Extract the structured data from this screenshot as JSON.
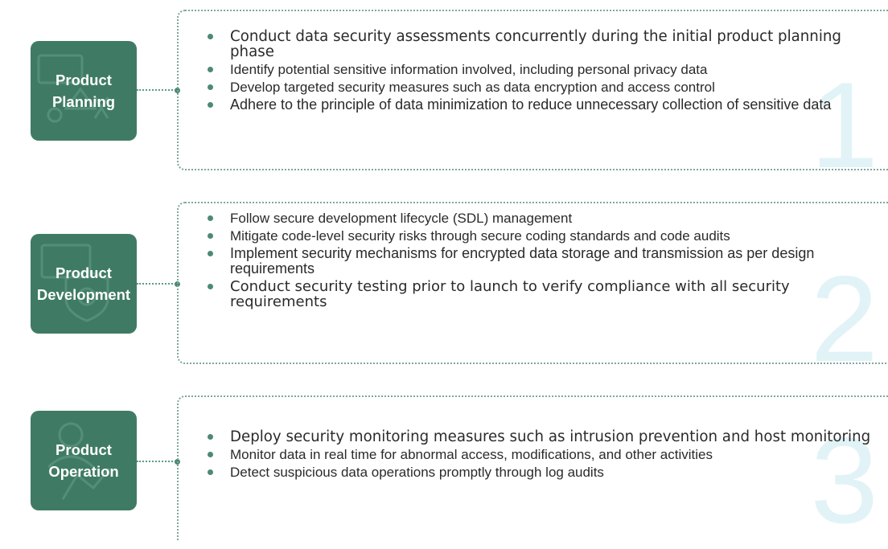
{
  "colors": {
    "card": "#3f7b64",
    "accent": "#4b8a74",
    "number": "#e1f3f7",
    "text": "#2a2a2a"
  },
  "phases": [
    {
      "title": "Product\nPlanning",
      "icon": "planning-icon",
      "number": "1",
      "items": [
        "Conduct data security assessments concurrently during the initial product planning phase",
        "Identify potential sensitive information involved, including personal privacy data",
        "Develop targeted security measures such as data encryption and access control",
        "Adhere to the principle of data minimization to reduce unnecessary collection of sensitive data"
      ]
    },
    {
      "title": "Product\nDevelopment",
      "icon": "gear-shield-icon",
      "number": "2",
      "items": [
        "Follow secure development lifecycle (SDL) management",
        "Mitigate code-level security risks through secure coding standards and code audits",
        "Implement security mechanisms for encrypted data storage and transmission as per design requirements",
        "Conduct security testing prior to launch to verify compliance with all security requirements"
      ]
    },
    {
      "title": "Product\nOperation",
      "icon": "monitor-icon",
      "number": "3",
      "items": [
        "Deploy security monitoring measures such as intrusion prevention and host monitoring",
        "Monitor data in real time for abnormal access, modifications, and other activities",
        "Detect suspicious data operations promptly through log audits"
      ]
    }
  ]
}
